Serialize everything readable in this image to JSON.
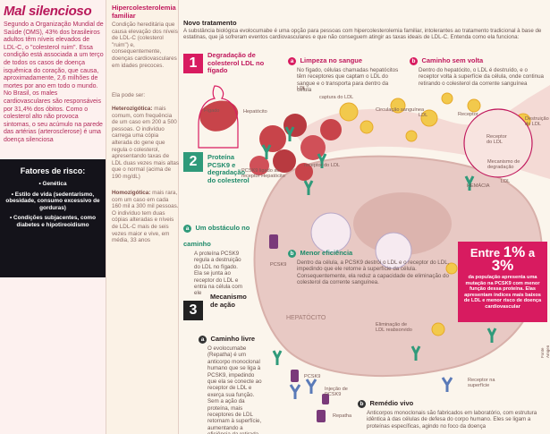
{
  "sidebar": {
    "title": "Mal silencioso",
    "intro": "Segundo a Organização Mundial de Saúde (OMS), 43% dos brasileiros adultos têm níveis elevados de LDL-C, o \"colesterol ruim\". Essa condição está associada a um terço de todos os casos de doença isquêmica do coração, que causa, aproximadamente, 2,6 milhões de mortes por ano em todo o mundo. No Brasil, os males cardiovasculares são responsáveis por 31,4% dos óbitos. Como o colesterol alto não provoca sintomas, o seu acúmulo na parede das artérias (arterosclerose) é uma doença silenciosa",
    "risk_title": "Fatores de risco:",
    "risk_items": [
      "• Genética",
      "• Estilo de vida (sedentarismo, obesidade, consumo excessivo de gorduras)",
      "• Condições subjacentes, como diabetes e hipotireoidismo"
    ]
  },
  "middle": {
    "heading": "Hipercolesterolemia familiar",
    "p1": "Condição hereditária que causa elevação dos níveis de LDL-C (colesterol \"ruim\") e, consequentemente, doenças cardiovasculares em idades precoces.",
    "p2": "Ela pode ser:",
    "p3_label": "Heterozigótica:",
    "p3": " mais comum, com frequência de um caso em 200 a 500 pessoas. O indivíduo carrega uma cópia alterada do gene que regula o colesterol, apresentando taxas de LDL duas vezes mais altas que o normal (acima de 190 mg/dL)",
    "p4_label": "Homozigótica:",
    "p4": " mais rara, com um caso em cada 160 mil a 300 mil pessoas. O indivíduo tem duas cópias alteradas e níveis de LDL-C mais de seis vezes maior e vive, em média, 33 anos"
  },
  "main": {
    "title": "Novo tratamento",
    "intro": "A substância biológica evolocumabe é uma opção para pessoas com hipercolesterolemia familiar, intolerantes ao tratamento tradicional à base de estatinas, que já sofreram eventos cardiovasculares e que não conseguem atingir as taxas ideais de LDL-C. Entenda como ela funciona:",
    "s1": {
      "num": "1",
      "title": "Degradação de colesterol LDL no fígado"
    },
    "s1a": {
      "letter": "a",
      "title": "Limpeza no sangue",
      "text": "No fígado, células chamadas hepatócitos têm receptores que captam o LDL do sangue e o transporta para dentro da célula"
    },
    "s1b": {
      "letter": "b",
      "title": "Caminho sem volta",
      "text": "Dentro do hepatócito, o LDL é destruído, e o receptor volta à superfície da célula, onde continua retirando o colesterol da corrente sanguínea"
    },
    "labels": {
      "figado": "Fígado",
      "hepatocito": "Hepatócito",
      "captura": "captura do LDL",
      "circulacao": "Circulação sanguínea",
      "receptor_ldl": "receptor do LDL",
      "ldl1": "LDL",
      "ldl2": "LDL",
      "ldl3": "LDL",
      "receptor": "Receptor",
      "receptor_ldl2": "Receptor do LDL",
      "mecanismo": "Mecanismo de degradação",
      "destruicao": "Destruição do LDL",
      "hemacia": "HEMÁCIA",
      "pcsk9_ligado": "PCSK9 ligado ao receptor Hepatócito",
      "pcsk9": "PCSK9",
      "hepatocito_big": "HEPATÓCITO",
      "eliminacao": "Eliminação de LDL reabsorvido",
      "receptor_superficie": "Receptor na superfície",
      "pcsk9b": "PCSK9",
      "injecao": "Injeção de PCSK9",
      "repatha": "Repatha",
      "credit": "Fonte Amgen"
    },
    "s2": {
      "num": "2",
      "title": "Proteína PCSK9 e degradação do colesterol"
    },
    "s2a": {
      "letter": "a",
      "title": "Um obstáculo no caminho",
      "text": "A proteína PCSK9 regula a destruição do LDL no fígado. Ela se junta ao receptor do LDL e entra na célula com ele"
    },
    "s2b": {
      "letter": "b",
      "title": "Menor eficiência",
      "text": "Dentro da célula, a PCSK9 destrói o LDL e o receptor do LDL, impedindo que ele retorne à superfície da célula. Consequentemente, ela reduz a capacidade de eliminação do colesterol da corrente sanguínea."
    },
    "s3": {
      "num": "3",
      "title": "Mecanismo de ação"
    },
    "s3a": {
      "letter": "a",
      "title": "Caminho livre",
      "text": "O evolocumabe (Repatha) é um anticorpo monoclonal humano que se liga à PCSK9, impedindo que ela se conecte ao receptor de LDL e exerça sua função. Sem a ação da proteína, mais receptores de LDL retornam à superfície, aumentando a eficiência da retirada do LDL da circulação"
    },
    "s3b": {
      "letter": "b",
      "title": "Remédio vivo",
      "text": "Anticorpos monoclonais são fabricados em laboratório, com estrutura idêntica à das células de defesa do corpo humano. Eles se ligam a proteínas específicas, agindo no foco da doença"
    },
    "callout": {
      "lead": "Entre",
      "p1": "1%",
      "mid": "a",
      "p2": "3%",
      "text": "da população apresenta uma mutação na PCSK9 com menor função dessa proteína. Elas apresentam índices mais baixos de LDL e menor risco de doença cardiovascular"
    }
  },
  "colors": {
    "pink": "#d81b60",
    "green": "#2f9a7a",
    "cell": "#e8c9c4",
    "rbc": "#c8444a",
    "ldl": "#f2c94c"
  }
}
